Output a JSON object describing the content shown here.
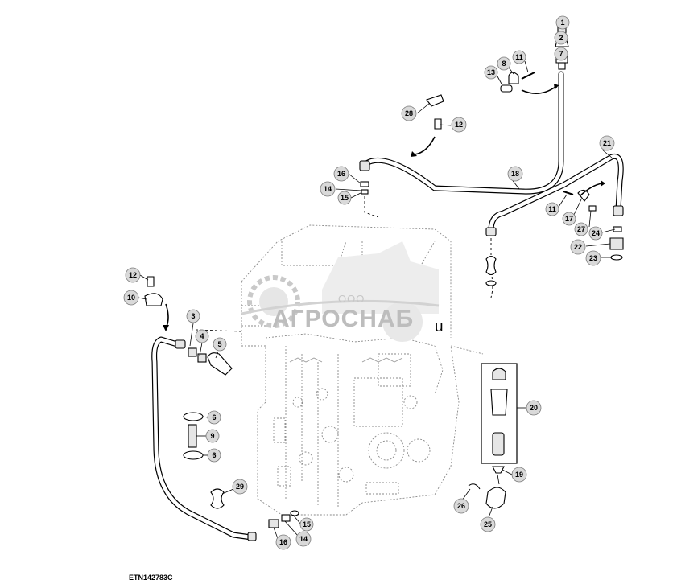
{
  "diagram": {
    "reference_code": "ETN142783C",
    "watermark": {
      "small_text": "ООО",
      "brand_text": "АГРОСНАБ",
      "suffix_text": "u"
    },
    "callouts": [
      "1",
      "2",
      "7",
      "8",
      "11",
      "13",
      "28",
      "12",
      "16",
      "14",
      "15",
      "18",
      "21",
      "11",
      "17",
      "27",
      "24",
      "22",
      "23",
      "12",
      "10",
      "3",
      "4",
      "5",
      "6",
      "9",
      "6",
      "29",
      "15",
      "16",
      "14",
      "20",
      "19",
      "26",
      "25"
    ]
  }
}
